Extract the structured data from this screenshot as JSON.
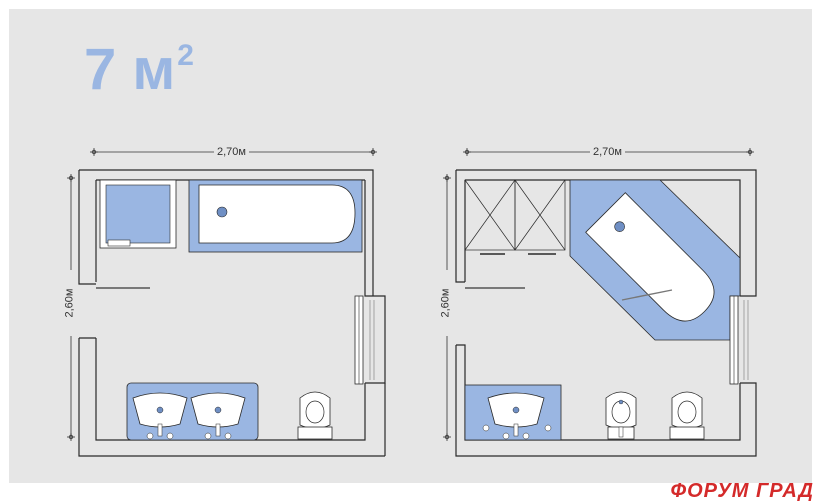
{
  "title": {
    "number": "7",
    "unit": "м",
    "exponent": "2"
  },
  "plans": [
    {
      "width_label": "2,70м",
      "height_label": "2,60м"
    },
    {
      "width_label": "2,70м",
      "height_label": "2,60м"
    }
  ],
  "watermark": "ФОРУМ ГРАД",
  "colors": {
    "fixture_blue": "#9ab6e2",
    "wall": "#2a2a2a",
    "background": "#e6e6e6",
    "watermark": "#d42a2a"
  }
}
